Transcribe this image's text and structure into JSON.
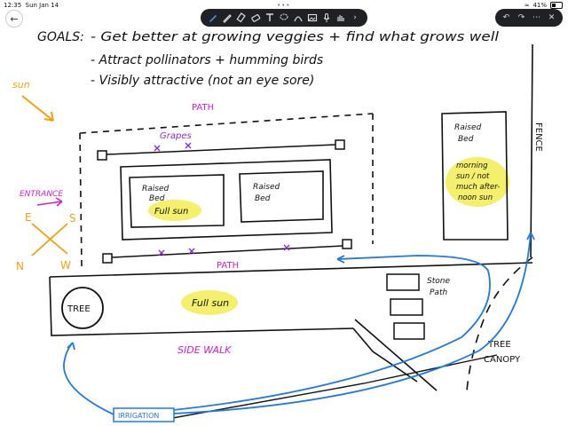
{
  "status_bar": {
    "time": "12:35",
    "date": "Sun Jan 14",
    "wifi_icon": "wifi-icon",
    "battery_percent": "41%"
  },
  "toolbar": {
    "tools": [
      "pen-tool",
      "pencil-tool",
      "highlighter-tool",
      "eraser-tool",
      "text-tool",
      "lasso-tool",
      "shapes-tool",
      "image-tool",
      "mic-tool",
      "gesture-tool",
      "chevron-right-icon"
    ],
    "active_tool": "pen-tool"
  },
  "right_toolbar": {
    "buttons": [
      "undo-icon",
      "redo-icon",
      "more-icon",
      "close-icon"
    ]
  },
  "notes": {
    "goals_label": "GOALS:",
    "goal_1": "- Get better at growing veggies + find what grows well",
    "goal_2": "- Attract pollinators + humming birds",
    "goal_3": "- Visibly attractive (not an eye sore)",
    "sun": "sun",
    "path_top": "PATH",
    "grapes": "Grapes",
    "raised_bed_1a": "Raised",
    "raised_bed_1b": "Bed",
    "full_sun_1": "Full sun",
    "raised_bed_2a": "Raised",
    "raised_bed_2b": "Bed",
    "raised_bed_3a": "Raised",
    "raised_bed_3b": "Bed",
    "morning_sun_1": "morning",
    "morning_sun_2": "sun / not",
    "morning_sun_3": "much after-",
    "morning_sun_4": "noon sun",
    "fence": "FENCE",
    "entrance": "ENTRANCE",
    "compass_e": "E",
    "compass_s": "S",
    "compass_n": "N",
    "compass_w": "W",
    "path_bottom": "PATH",
    "tree": "TREE",
    "full_sun_2": "Full sun",
    "stone_path_1": "Stone",
    "stone_path_2": "Path",
    "sidewalk": "SIDE WALK",
    "tree_canopy_1": "TREE",
    "tree_canopy_2": "CANOPY",
    "irrigation": "IRRIGATION"
  },
  "colors": {
    "ink": "#111111",
    "magenta": "#d11fc9",
    "orange": "#f2a20c",
    "purple": "#8a2bd6",
    "blue": "#1f7ae0",
    "highlight": "#f4f06b",
    "toolbar_bg": "#202124",
    "active_tool": "#4aa3ff"
  }
}
